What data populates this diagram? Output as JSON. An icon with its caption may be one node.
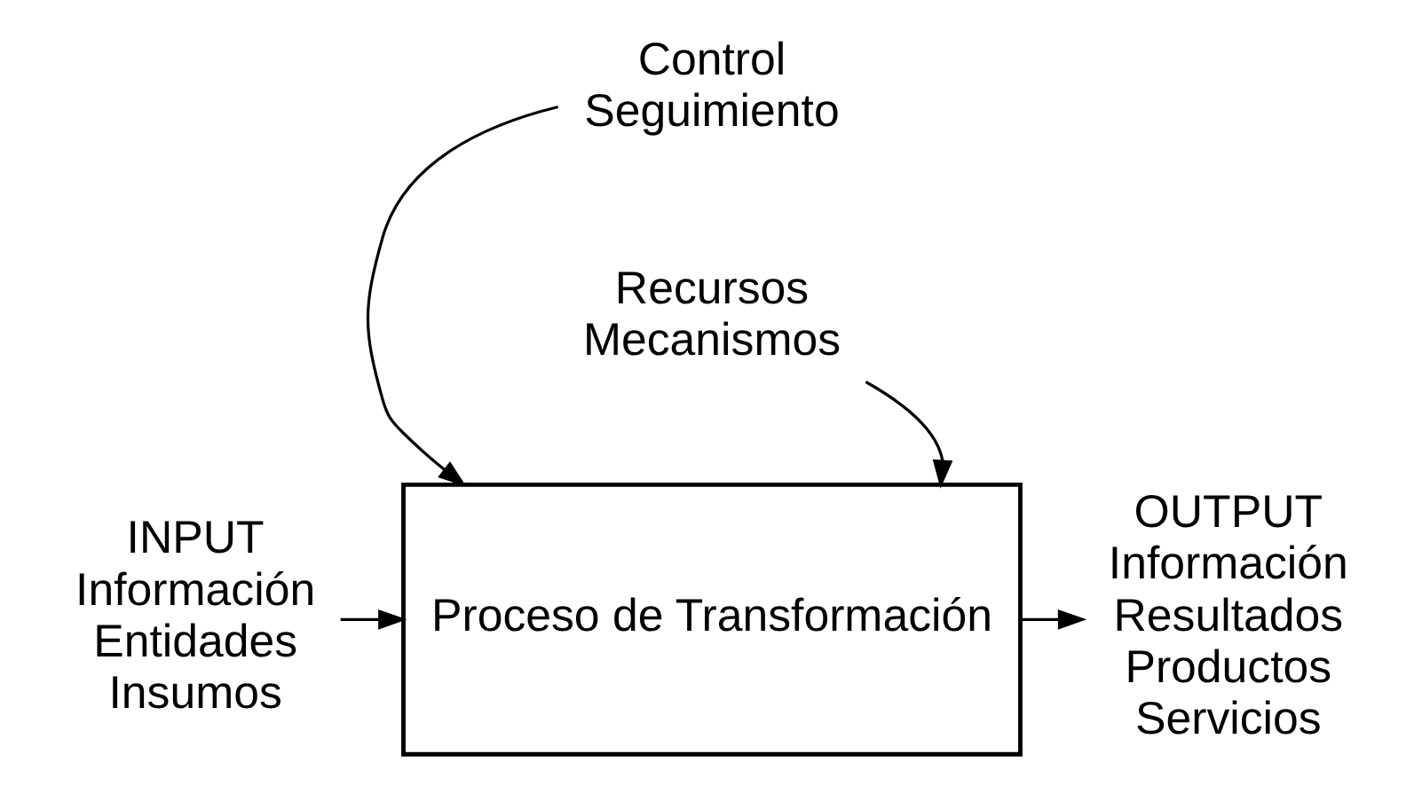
{
  "diagram": {
    "nodes": [
      {
        "text": [
          "Control",
          "Seguimiento"
        ]
      },
      {
        "text": [
          "Proceso de Transformación"
        ]
      },
      {
        "text": [
          "INPUT",
          "Información",
          "Entidades",
          "Insumos"
        ]
      },
      {
        "text": [
          "OUTPUT",
          "Información",
          "Resultados",
          "Productos",
          "Servicios"
        ]
      },
      {
        "text": [
          "Recursos",
          "Mecanismos"
        ]
      }
    ],
    "edges": [
      {
        "from": 0,
        "to": 1,
        "arrow": "to"
      },
      {
        "from": 2,
        "to": 1,
        "arrow": "to"
      },
      {
        "from": 1,
        "to": 3,
        "arrow": "to"
      },
      {
        "from": 4,
        "to": 1,
        "arrow": "to"
      }
    ]
  }
}
